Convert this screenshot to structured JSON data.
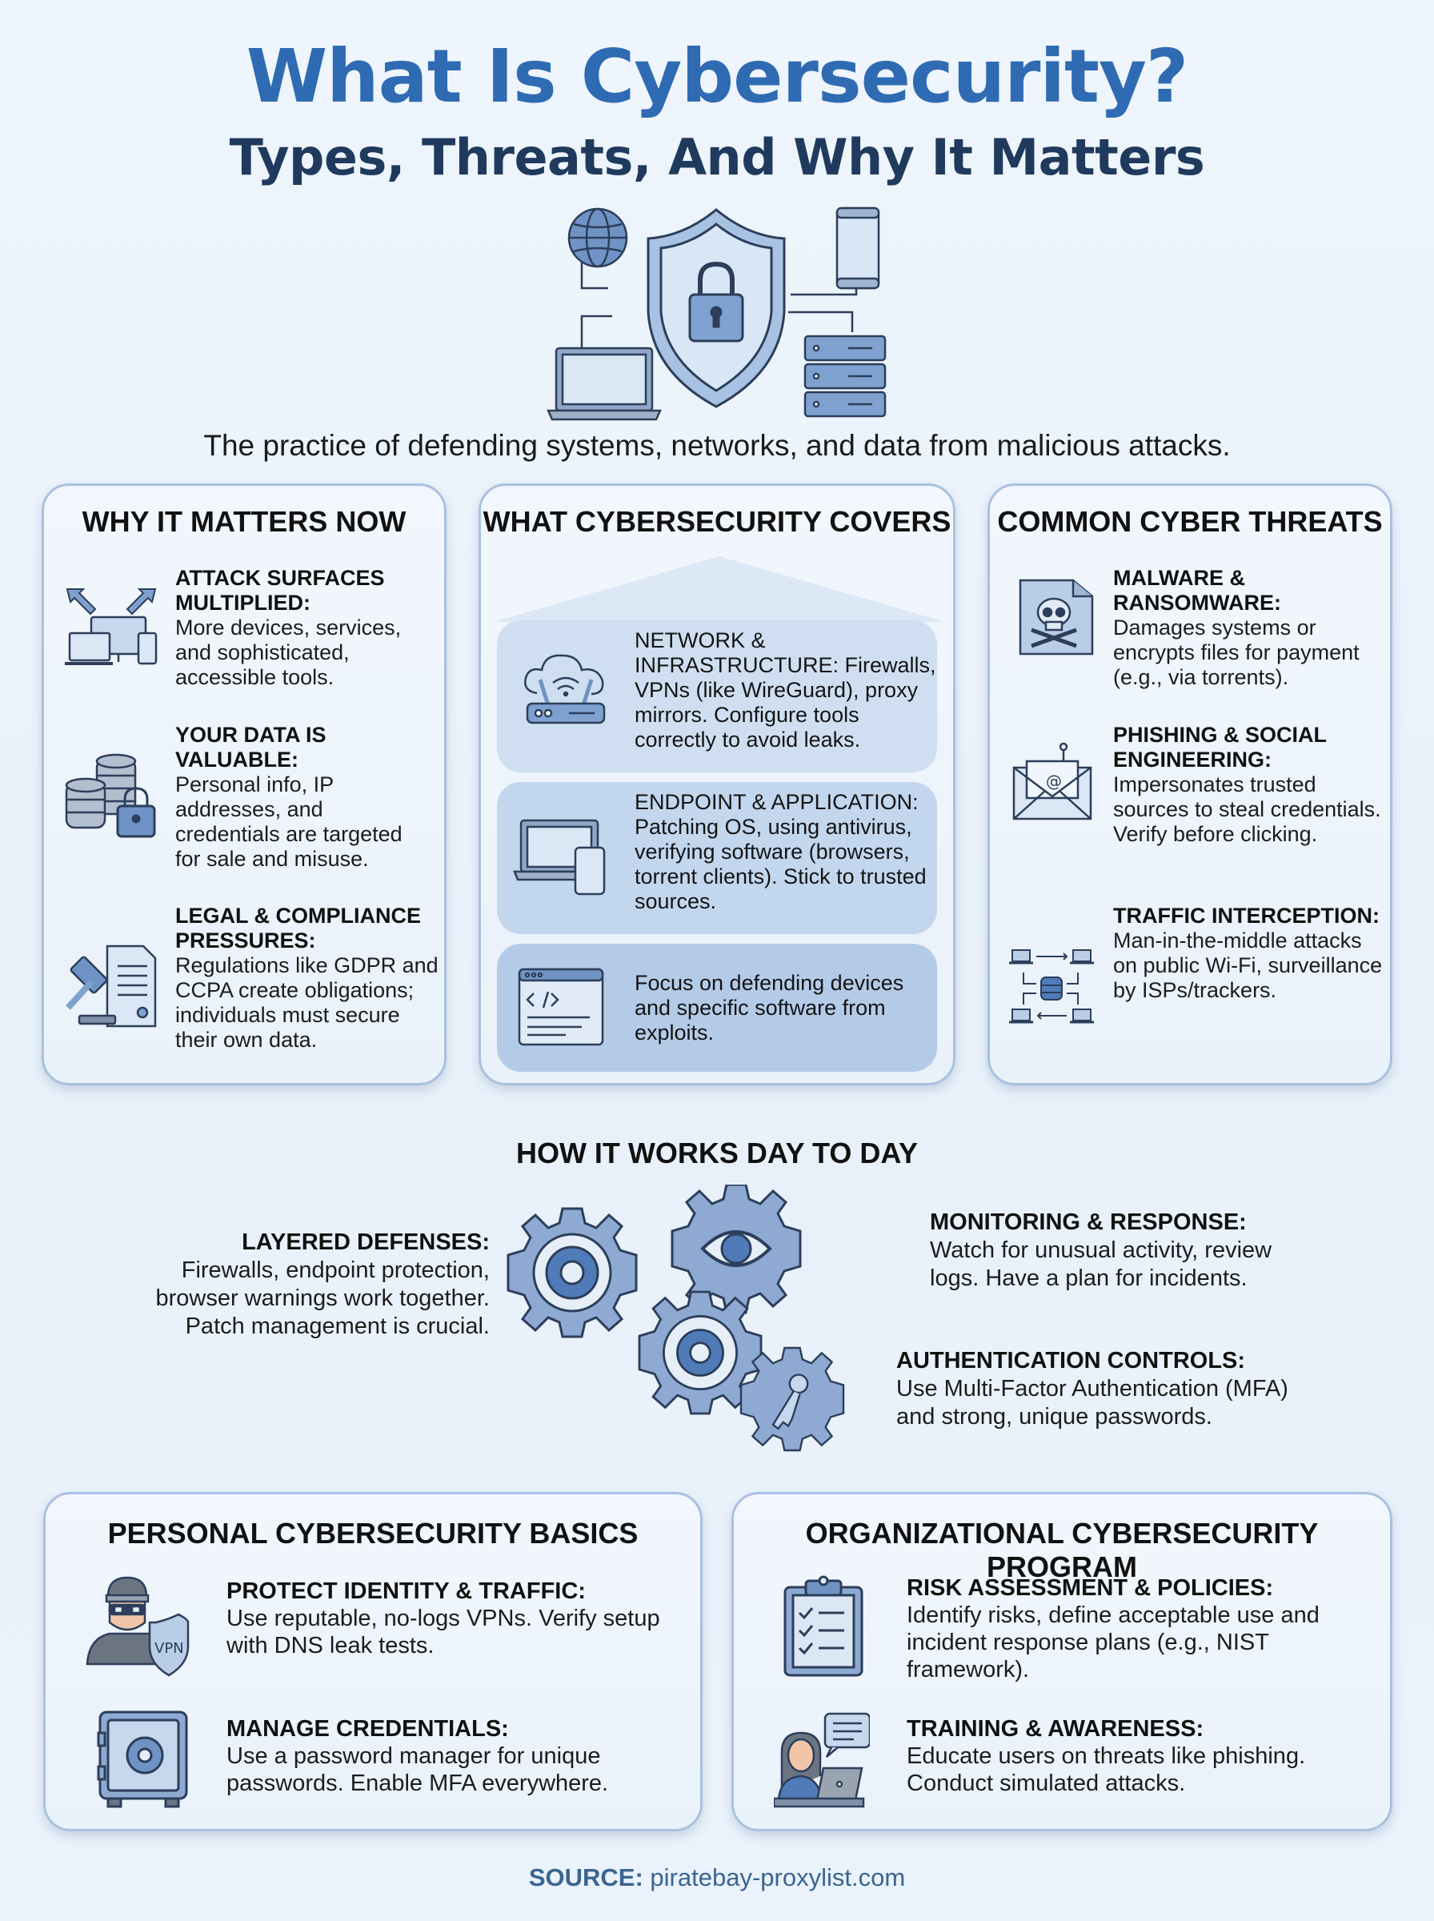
{
  "header": {
    "title": "What Is Cybersecurity?",
    "subtitle": "Types, Threats, And Why It Matters",
    "tagline": "The practice of defending systems, networks, and data from malicious attacks.",
    "hero_icons": [
      "globe-icon",
      "shield-lock-icon",
      "smartphone-icon",
      "laptop-icon",
      "server-icon"
    ]
  },
  "why_it_matters": {
    "title": "WHY IT MATTERS NOW",
    "items": [
      {
        "icon": "devices-arrows-icon",
        "heading": "ATTACK SURFACES MULTIPLIED:",
        "body": "More devices, services, and sophisticated, accessible tools."
      },
      {
        "icon": "database-lock-icon",
        "heading": "YOUR DATA IS VALUABLE:",
        "body": "Personal info, IP addresses, and credentials are targeted for sale and misuse."
      },
      {
        "icon": "gavel-document-icon",
        "heading": "LEGAL & COMPLIANCE PRESSURES:",
        "body": "Regulations like GDPR and CCPA create obligations; individuals must secure their own data."
      }
    ]
  },
  "covers": {
    "title": "WHAT CYBERSECURITY COVERS",
    "items": [
      {
        "icon": "router-cloud-icon",
        "heading": "NETWORK & INFRASTRUCTURE:",
        "body": "Firewalls, VPNs (like WireGuard), proxy mirrors. Configure tools correctly to avoid leaks."
      },
      {
        "icon": "laptop-phone-icon",
        "heading": "ENDPOINT & APPLICATION:",
        "body": "Patching OS, using antivirus, verifying software (browsers, torrent clients). Stick to trusted sources."
      },
      {
        "icon": "code-window-icon",
        "heading": "",
        "body": "Focus on defending devices and specific software from exploits."
      }
    ]
  },
  "threats": {
    "title": "COMMON CYBER THREATS",
    "items": [
      {
        "icon": "skull-file-icon",
        "heading": "MALWARE & RANSOMWARE:",
        "body": "Damages systems or encrypts files for payment (e.g., via torrents)."
      },
      {
        "icon": "phishing-envelope-icon",
        "heading": "PHISHING & SOCIAL ENGINEERING:",
        "body": "Impersonates trusted sources to steal credentials. Verify before clicking."
      },
      {
        "icon": "network-intercept-icon",
        "heading": "TRAFFIC INTERCEPTION:",
        "body": "Man-in-the-middle attacks on public Wi-Fi, surveillance by ISPs/trackers."
      }
    ]
  },
  "how_it_works": {
    "title": "HOW IT WORKS DAY TO DAY",
    "items": [
      {
        "icon": "gear-icon",
        "heading": "LAYERED DEFENSES:",
        "body": "Firewalls, endpoint protection, browser warnings work together. Patch management is crucial."
      },
      {
        "icon": "eye-gear-icon",
        "heading": "MONITORING & RESPONSE:",
        "body": "Watch for unusual activity, review logs. Have a plan for incidents."
      },
      {
        "icon": "key-gear-icon",
        "heading": "AUTHENTICATION CONTROLS:",
        "body": "Use Multi-Factor Authentication (MFA) and strong, unique passwords."
      }
    ]
  },
  "personal": {
    "title": "PERSONAL CYBERSECURITY BASICS",
    "items": [
      {
        "icon": "hacker-vpn-shield-icon",
        "heading": "PROTECT IDENTITY & TRAFFIC:",
        "body": "Use reputable, no-logs VPNs. Verify setup with DNS leak tests.",
        "badge": "VPN"
      },
      {
        "icon": "safe-icon",
        "heading": "MANAGE CREDENTIALS:",
        "body": "Use a password manager for unique passwords. Enable MFA everywhere."
      }
    ]
  },
  "organizational": {
    "title": "ORGANIZATIONAL CYBERSECURITY PROGRAM",
    "items": [
      {
        "icon": "clipboard-checklist-icon",
        "heading": "RISK ASSESSMENT & POLICIES:",
        "body": "Identify risks, define acceptable use and incident response plans (e.g., NIST framework)."
      },
      {
        "icon": "person-laptop-chat-icon",
        "heading": "TRAINING & AWARENESS:",
        "body": "Educate users on threats like phishing. Conduct simulated attacks."
      }
    ]
  },
  "footer": {
    "source_label": "SOURCE:",
    "source_value": "piratebay-proxylist.com"
  },
  "colors": {
    "title": "#2f6bb3",
    "subtitle": "#1f3a5c",
    "icon_fill": "#7fa1cf",
    "icon_stroke": "#2c3e5a",
    "card_border": "#a9c1de",
    "background": "#eaf2fb",
    "source": "#3a6591"
  }
}
